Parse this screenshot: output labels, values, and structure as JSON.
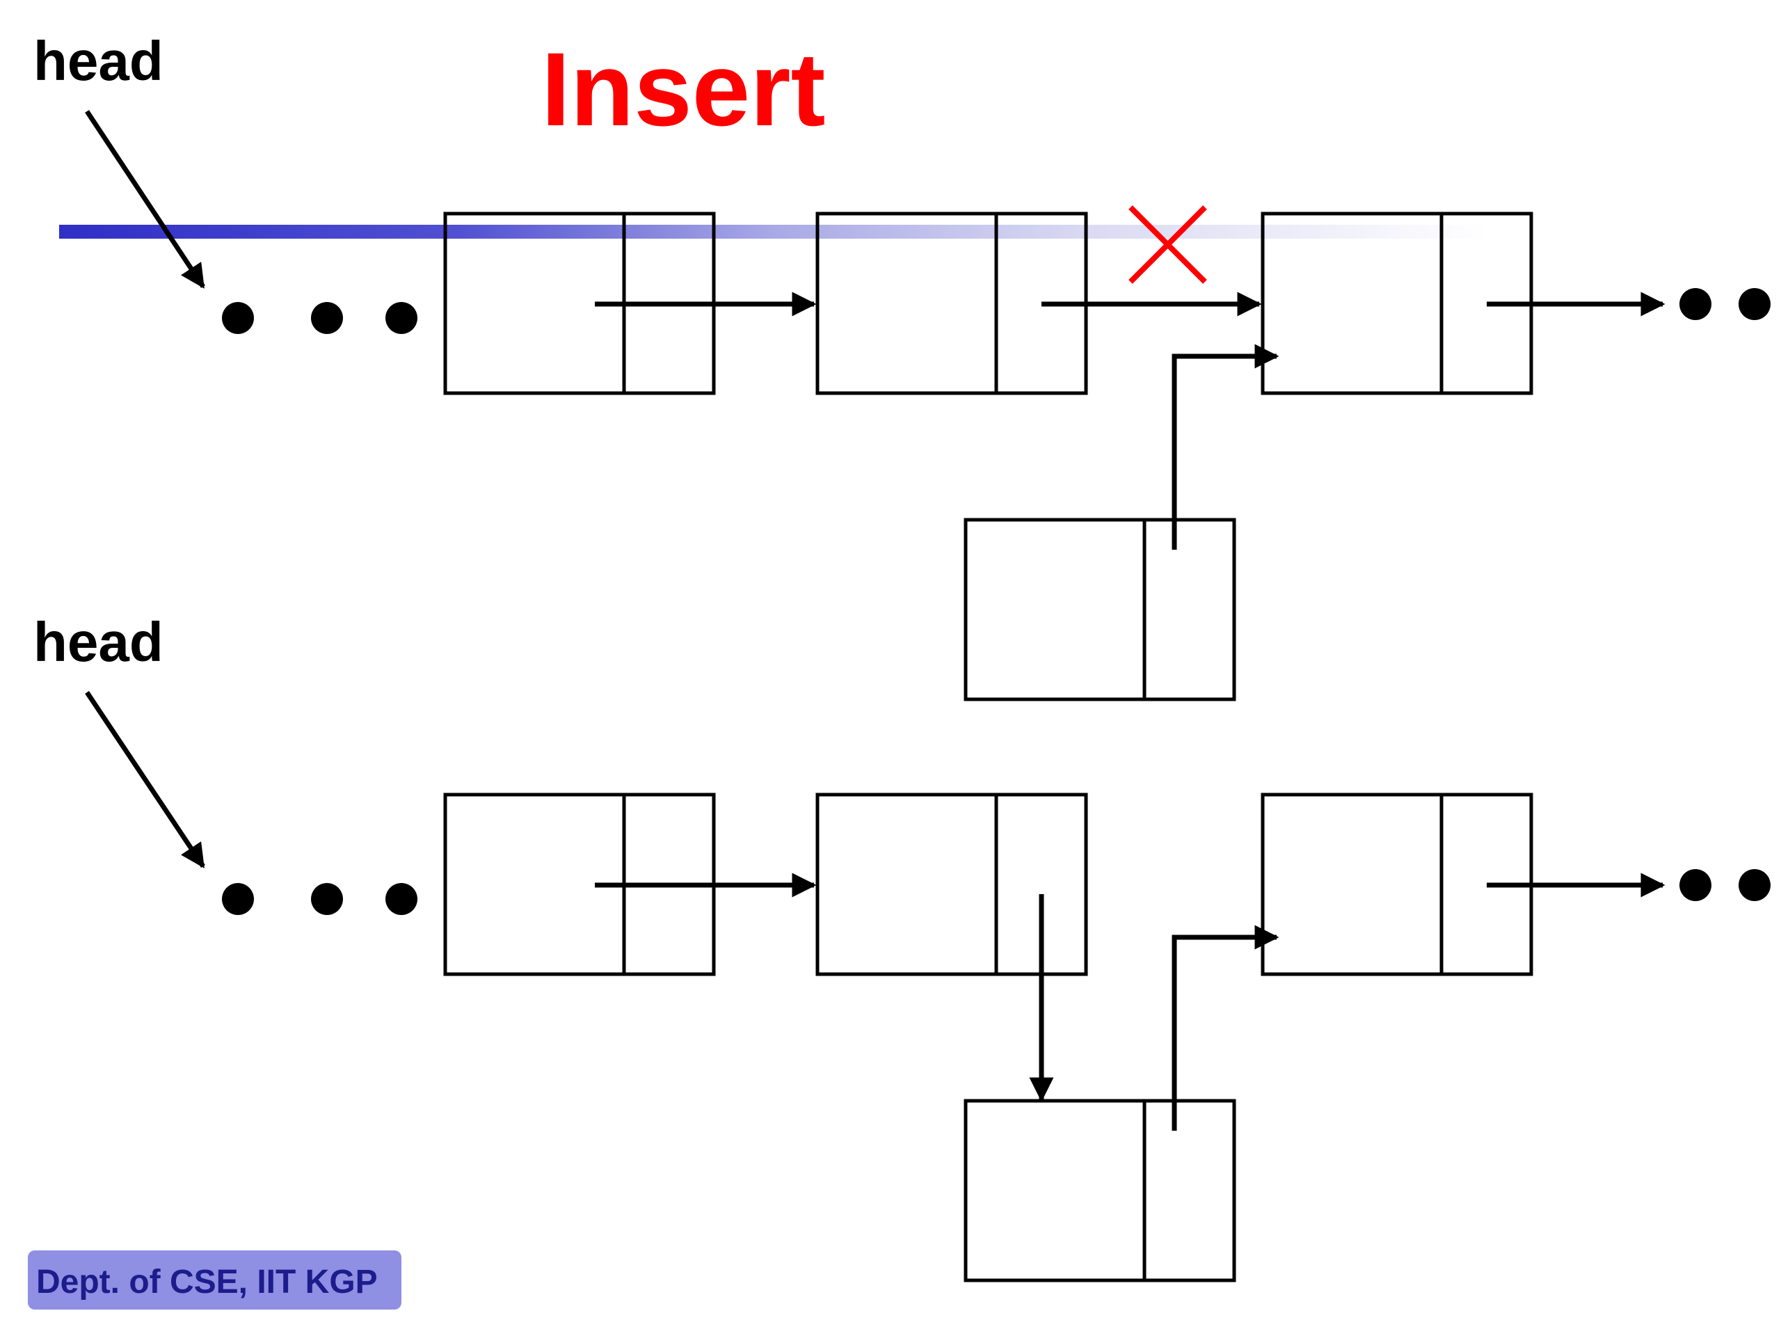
{
  "slide": {
    "title": "Insert",
    "title_color": "#ff0000",
    "footer": "Dept. of CSE, IIT KGP",
    "footer_color": "#1c1c8c",
    "footer_bg": "#8f8fe3",
    "rule_color": "#3333cc"
  },
  "diagrams": {
    "before": {
      "head_label": "head"
    },
    "after": {
      "head_label": "head"
    }
  },
  "icons": {
    "removed_link": "cross-mark-icon"
  }
}
